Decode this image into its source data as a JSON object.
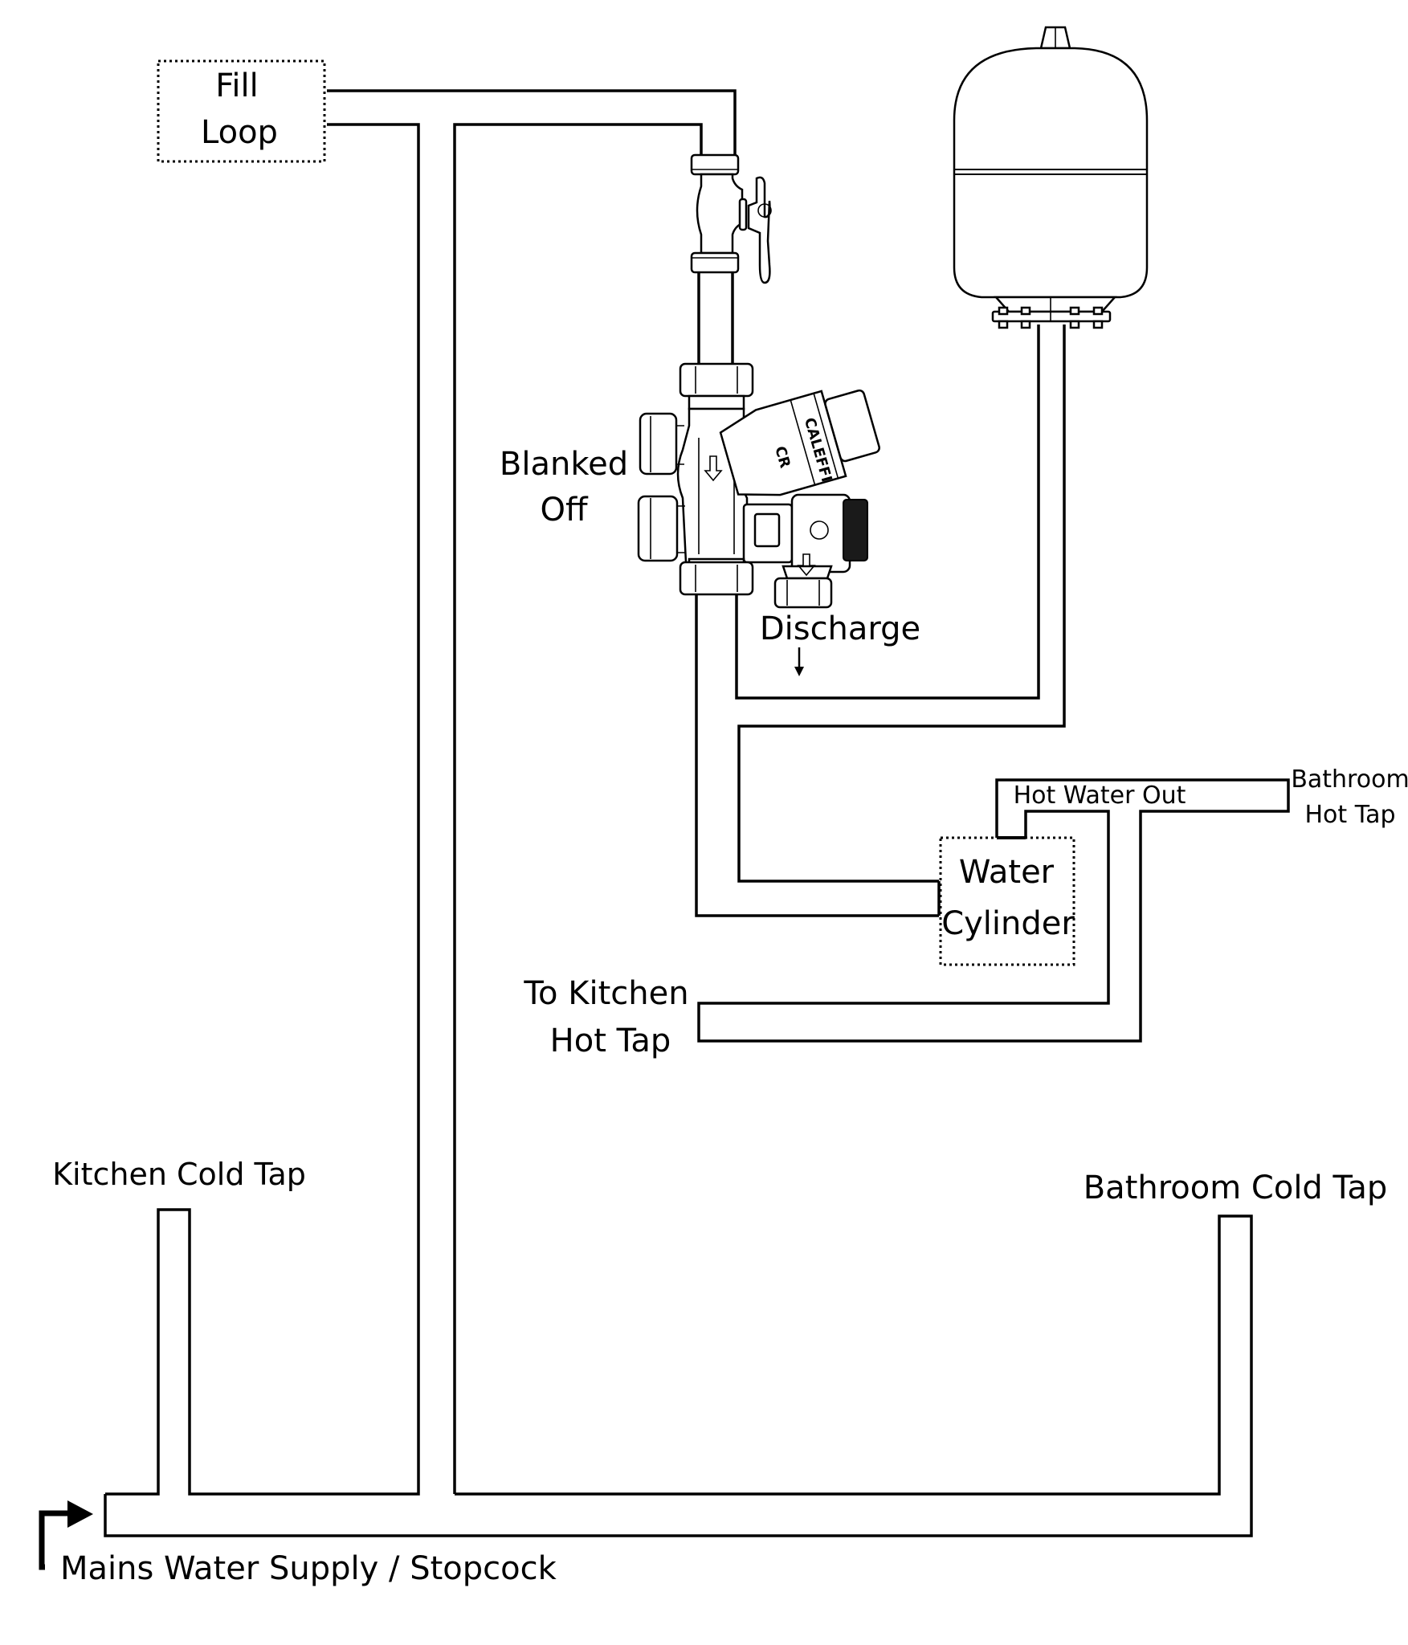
{
  "diagram": {
    "title": "Unvented hot water system plumbing schematic",
    "components": {
      "fill_loop": [
        "Fill",
        "Loop"
      ],
      "blanked_off": [
        "Blanked",
        "Off"
      ],
      "discharge": "Discharge",
      "water_cylinder": [
        "Water",
        "Cylinder"
      ],
      "hot_water_out": "Hot Water Out",
      "bathroom_hot_tap": [
        "Bathroom",
        "Hot Tap"
      ],
      "kitchen_hot_tap": [
        "To Kitchen",
        "Hot Tap"
      ],
      "kitchen_cold_tap": "Kitchen Cold Tap",
      "bathroom_cold_tap": "Bathroom Cold Tap",
      "mains_supply": "Mains Water Supply / Stopcock"
    },
    "valve_branding": {
      "brand": "CALEFFI",
      "mark": "CR"
    }
  }
}
